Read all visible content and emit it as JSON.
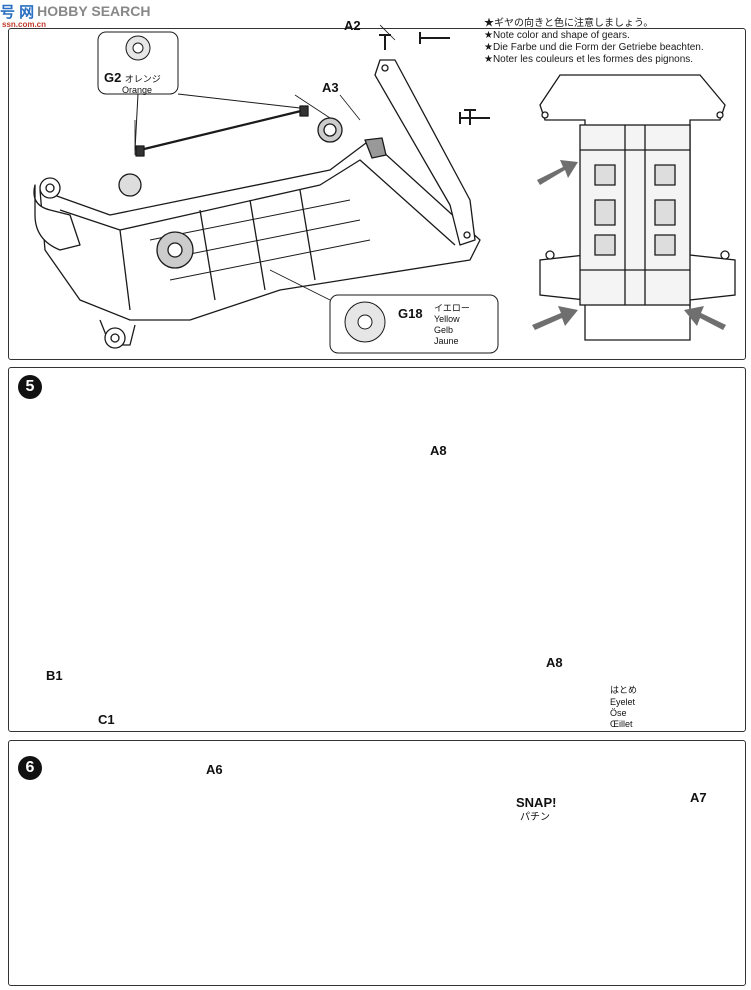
{
  "watermark": {
    "logo": "号 网",
    "site": "HOBBY SEARCH",
    "url": "ssn.com.cn"
  },
  "notes": {
    "lines": [
      "★ギヤの向きと色に注意しましょう。",
      "★Note color and shape of gears.",
      "★Die Farbe und die Form der Getriebe beachten.",
      "★Noter les couleurs et les formes des pignons."
    ]
  },
  "step4": {
    "part_a2": "A2",
    "part_a3": "A3",
    "g2": {
      "code": "G2",
      "jp": "オレンジ",
      "en": "Orange"
    },
    "g18": {
      "code": "G18",
      "jp": "イエロー",
      "en": "Yellow",
      "de": "Gelb",
      "fr": "Jaune"
    }
  },
  "step5": {
    "number": "5",
    "part_a8_top": "A8",
    "part_a8_bottom": "A8",
    "part_b1": "B1",
    "part_c1": "C1",
    "eyelet": {
      "jp": "はとめ",
      "en": "Eyelet",
      "de": "Öse",
      "fr": "Œillet"
    }
  },
  "step6": {
    "number": "6",
    "part_a6": "A6",
    "part_a7": "A7",
    "snap_en": "SNAP!",
    "snap_jp": "パチン"
  },
  "colors": {
    "line": "#1a1a1a",
    "shade": "#b5b5b5",
    "arrow": "#6f6f6f",
    "badge": "#111111"
  }
}
